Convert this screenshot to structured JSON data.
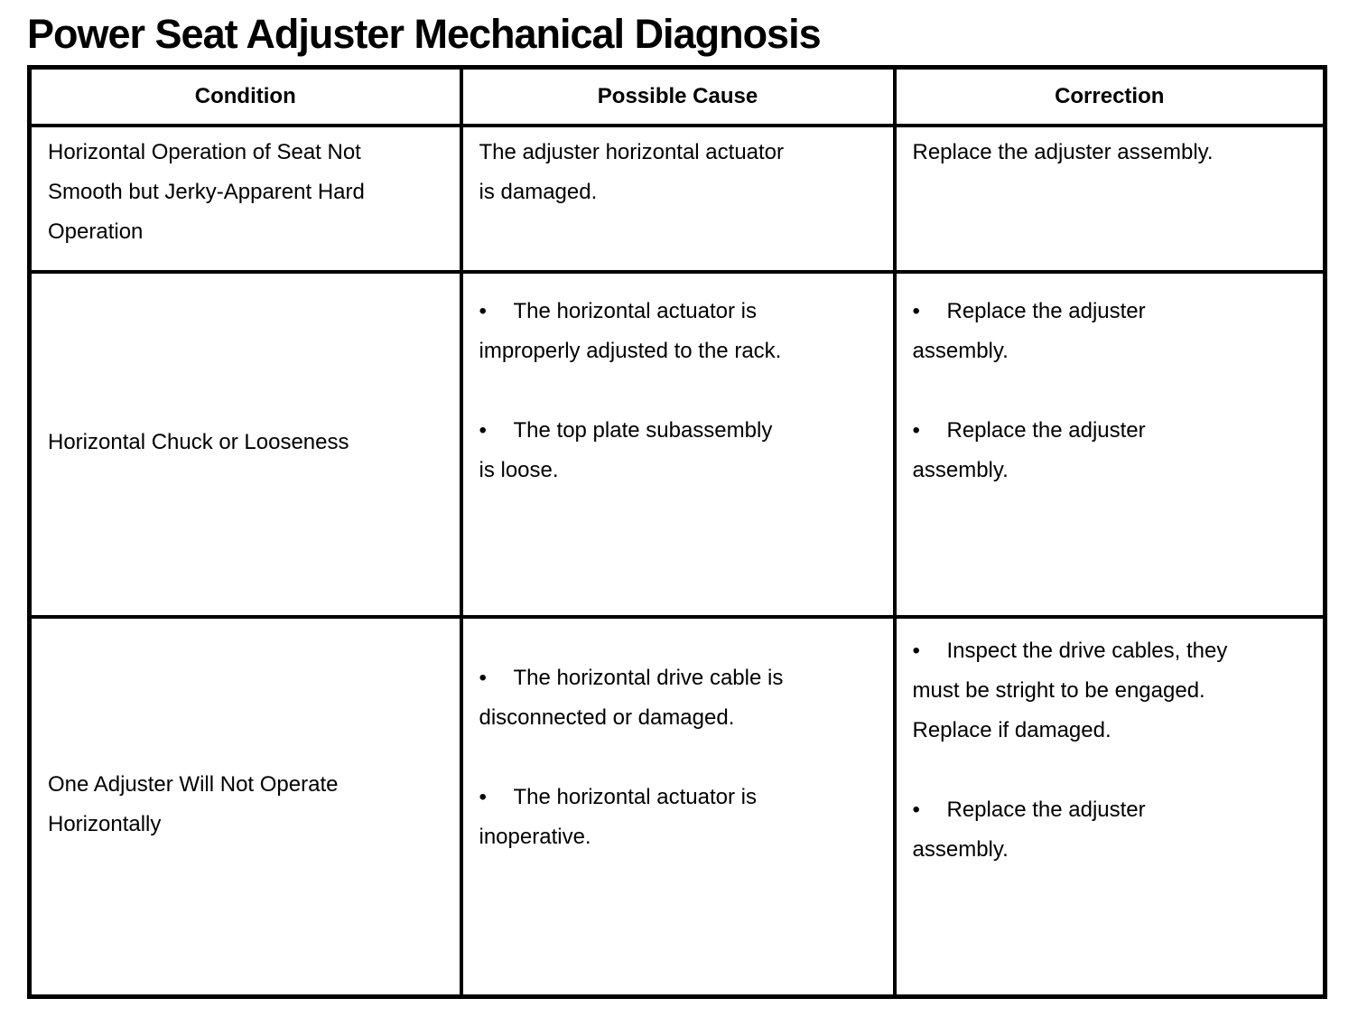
{
  "page_title": "Power Seat Adjuster Mechanical Diagnosis",
  "icons": {
    "bullet": "•"
  },
  "table": {
    "headers": [
      "Condition",
      "Possible Cause",
      "Correction"
    ],
    "rows": [
      {
        "condition": "Horizontal Operation of Seat Not\nSmooth but Jerky-Apparent Hard\nOperation",
        "causes": [
          "The adjuster horizontal actuator\nis damaged."
        ],
        "corrections": [
          "Replace the adjuster assembly."
        ]
      },
      {
        "condition": "Horizontal Chuck or Looseness",
        "causes": [
          "The horizontal actuator is\nimproperly adjusted to the rack.",
          "The top plate subassembly\nis loose."
        ],
        "corrections": [
          "Replace the adjuster\nassembly.",
          "Replace the adjuster\nassembly."
        ]
      },
      {
        "condition": "One Adjuster Will Not Operate\nHorizontally",
        "causes": [
          "The horizontal drive cable is\ndisconnected or damaged.",
          "The horizontal actuator is\ninoperative."
        ],
        "corrections": [
          "Inspect the drive cables, they\nmust be stright to be engaged.\nReplace if damaged.",
          "Replace the adjuster\nassembly."
        ]
      }
    ]
  }
}
